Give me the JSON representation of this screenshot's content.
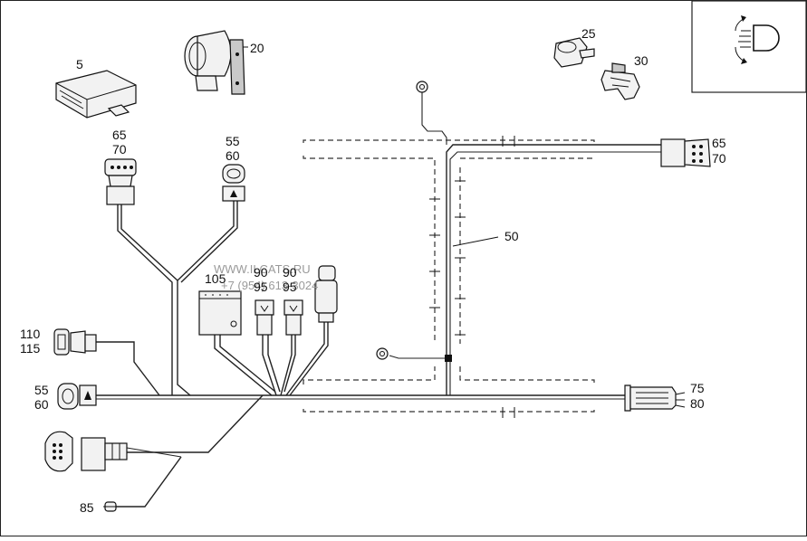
{
  "diagram": {
    "callouts": {
      "c5": "5",
      "c20": "20",
      "c25": "25",
      "c30": "30",
      "c65a": "65",
      "c70a": "70",
      "c55a": "55",
      "c60a": "60",
      "c65b": "65",
      "c70b": "70",
      "c50": "50",
      "c105": "105",
      "c90a": "90",
      "c95a": "95",
      "c90b": "90",
      "c95b": "95",
      "c110": "110",
      "c115": "115",
      "c55b": "55",
      "c60b": "60",
      "c75": "75",
      "c80": "80",
      "c85": "85"
    },
    "watermark_line1": "WWW.ILCATS.RU",
    "watermark_line2": "+7 (954) 613-3024"
  }
}
